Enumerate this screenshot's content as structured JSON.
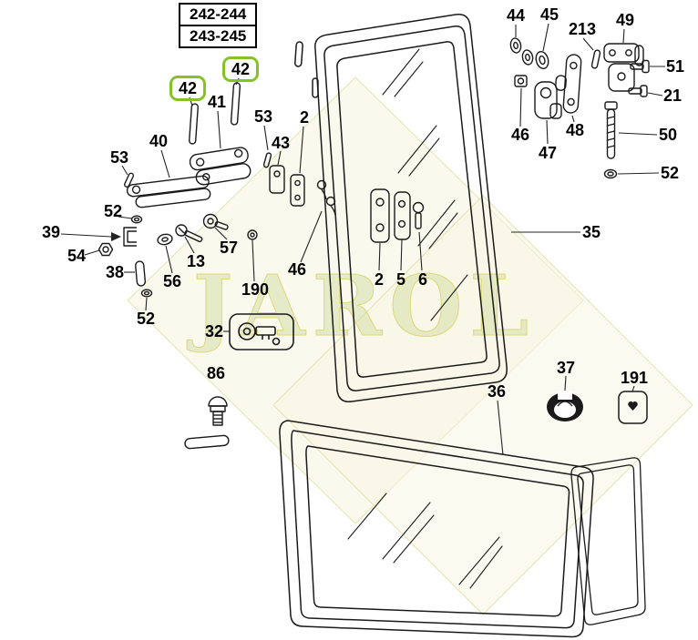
{
  "reference_box": {
    "line1": "242-244",
    "line2": "243-245"
  },
  "watermark": "JAROL",
  "colors": {
    "highlight_green": "#85c226",
    "line_art": "#1a1a1a",
    "watermark_fill": "#f6f4e0"
  },
  "labels": {
    "l42a": "42",
    "l42b": "42",
    "l41": "41",
    "l53a": "53",
    "l2a": "2",
    "l43": "43",
    "l40": "40",
    "l53b": "53",
    "l52a": "52",
    "l39": "39",
    "l54": "54",
    "l38": "38",
    "l56": "56",
    "l13": "13",
    "l57": "57",
    "l190": "190",
    "l46a": "46",
    "l52b": "52",
    "l32": "32",
    "l86": "86",
    "l44": "44",
    "l45": "45",
    "l213": "213",
    "l49": "49",
    "l51": "51",
    "l21": "21",
    "l50": "50",
    "l52c": "52",
    "l35": "35",
    "l46b": "46",
    "l47": "47",
    "l48": "48",
    "l2b": "2",
    "l5": "5",
    "l6": "6",
    "l36": "36",
    "l37": "37",
    "l191": "191"
  }
}
